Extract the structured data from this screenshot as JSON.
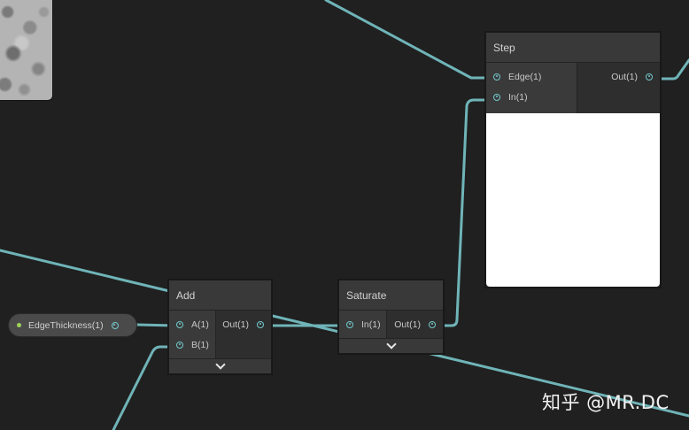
{
  "graph": {
    "texture_preview": {
      "label": "noise-texture"
    },
    "property": {
      "label": "EdgeThickness(1)",
      "accent": "#9fd35a"
    },
    "nodes": {
      "add": {
        "title": "Add",
        "inputs": [
          "A(1)",
          "B(1)"
        ],
        "outputs": [
          "Out(1)"
        ]
      },
      "saturate": {
        "title": "Saturate",
        "inputs": [
          "In(1)"
        ],
        "outputs": [
          "Out(1)"
        ]
      },
      "step": {
        "title": "Step",
        "inputs": [
          "Edge(1)",
          "In(1)"
        ],
        "outputs": [
          "Out(1)"
        ],
        "preview_color": "#ffffff"
      }
    },
    "edge_color": "#6fb4b8"
  },
  "watermark": {
    "text": "知乎 @MR.DC"
  }
}
